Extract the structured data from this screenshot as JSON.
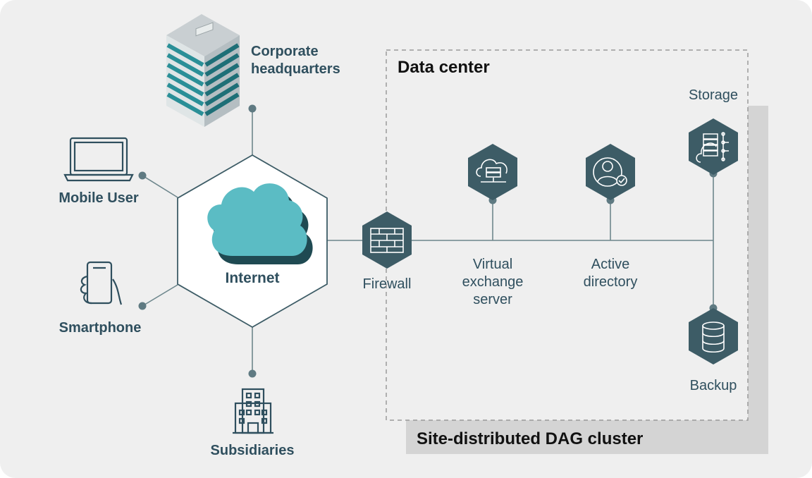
{
  "diagram": {
    "title_box": "Data center",
    "cluster_label": "Site-distributed DAG cluster",
    "internet_label": "Internet",
    "clients": {
      "hq_line1": "Corporate",
      "hq_line2": "headquarters",
      "mobile": "Mobile User",
      "smartphone": "Smartphone",
      "subsidiaries": "Subsidiaries"
    },
    "nodes": {
      "firewall": "Firewall",
      "vex_line1": "Virtual",
      "vex_line2": "exchange",
      "vex_line3": "server",
      "ad_line1": "Active",
      "ad_line2": "directory",
      "storage": "Storage",
      "backup": "Backup"
    },
    "colors": {
      "accent": "#3d5c66",
      "cloud": "#5bbcc4",
      "line": "#6d868c",
      "panel": "#efefef",
      "shadow": "#d4d4d4"
    },
    "icons": [
      "laptop-icon",
      "smartphone-icon",
      "building-icon",
      "skyscraper-icon",
      "cloud-icon",
      "firewall-icon",
      "server-icon",
      "user-check-icon",
      "storage-icon",
      "database-icon"
    ]
  }
}
